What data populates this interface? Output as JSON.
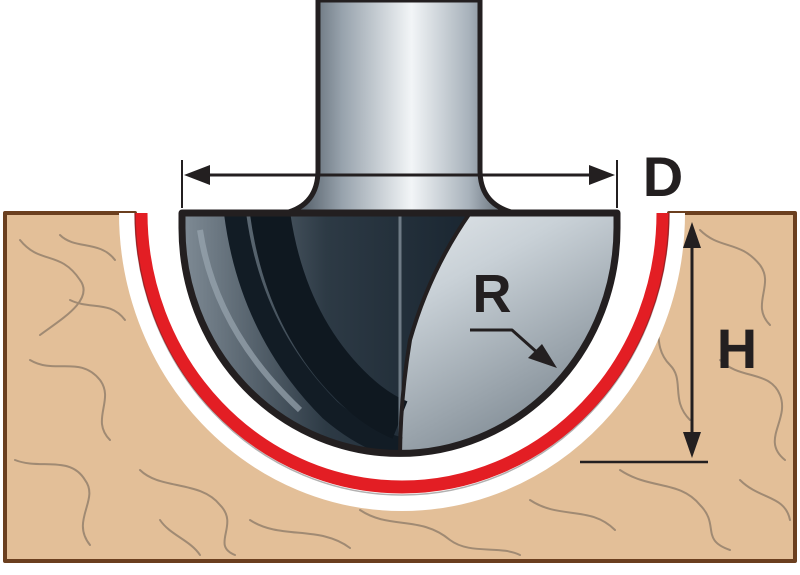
{
  "labels": {
    "diameter": "D",
    "radius": "R",
    "height": "H"
  },
  "colors": {
    "wood": "#e3bf98",
    "wood_grain": "#a08a73",
    "wood_border": "#6b3f1f",
    "cut_line": "#e31e24",
    "outline": "#231f20",
    "steel_light": "#e8ecef",
    "steel_dark": "#1c2a36"
  },
  "icons": [
    "arrow-icon"
  ]
}
